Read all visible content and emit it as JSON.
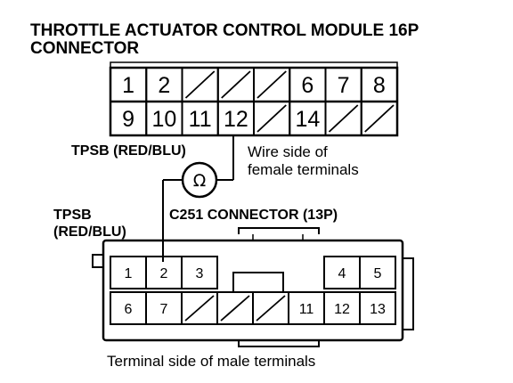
{
  "title_line1": "THROTTLE ACTUATOR CONTROL MODULE 16P",
  "title_line2": "CONNECTOR",
  "connector_16p": {
    "row1": [
      "1",
      "2",
      "",
      "",
      "",
      "6",
      "7",
      "8"
    ],
    "row2": [
      "9",
      "10",
      "11",
      "12",
      "",
      "14",
      "",
      ""
    ]
  },
  "probe_label_top": "TPSB (RED/BLU)",
  "wire_side_line1": "Wire side of",
  "wire_side_line2": "female terminals",
  "meter_symbol": "Ω",
  "probe_label_left_line1": "TPSB",
  "probe_label_left_line2": "(RED/BLU)",
  "c251_label": "C251 CONNECTOR (13P)",
  "connector_13p": {
    "row1": [
      "1",
      "2",
      "3",
      "",
      "",
      "4",
      "5"
    ],
    "row2": [
      "6",
      "7",
      "",
      "",
      "",
      "11",
      "12",
      "13"
    ]
  },
  "terminal_side_label": "Terminal side of male terminals",
  "icons": {
    "meter": "ohmmeter-icon"
  }
}
